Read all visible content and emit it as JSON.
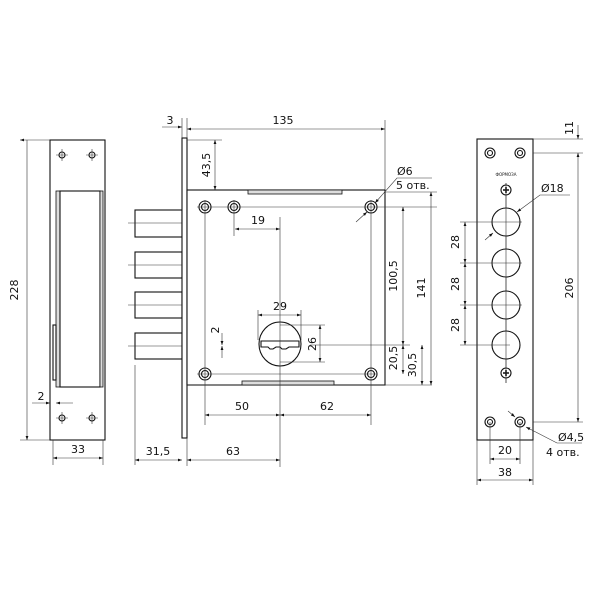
{
  "title": "Lock dimensional drawing",
  "strike_plate": {
    "height": "228",
    "width": "33",
    "offset": "2"
  },
  "lock_body": {
    "faceplate_thickness": "3",
    "body_length": "135",
    "top_offset": "43,5",
    "hole_spacing_top": "19",
    "keyhole_width": "29",
    "keyhole_height": "26",
    "keyhole_offset": "2",
    "vertical_hole_spacing": "100,5",
    "body_height": "141",
    "lower_hole_offset": "20,5",
    "keyhole_center_height": "30,5",
    "left_hole_to_center": "50",
    "center_to_right_hole": "62",
    "bolt_projection": "31,5",
    "backset": "63",
    "hole_diameter": "Ø6",
    "hole_count": "5 отв."
  },
  "faceplate": {
    "top_margin": "11",
    "screw_spacing": "206",
    "bolt_pitch": [
      "28",
      "28",
      "28"
    ],
    "bolt_hole_diameter": "Ø18",
    "screw_pitch": "20",
    "width": "38",
    "screw_diameter": "Ø4,5",
    "screw_count": "4 отв.",
    "logo": "ФОРМОЗА"
  }
}
